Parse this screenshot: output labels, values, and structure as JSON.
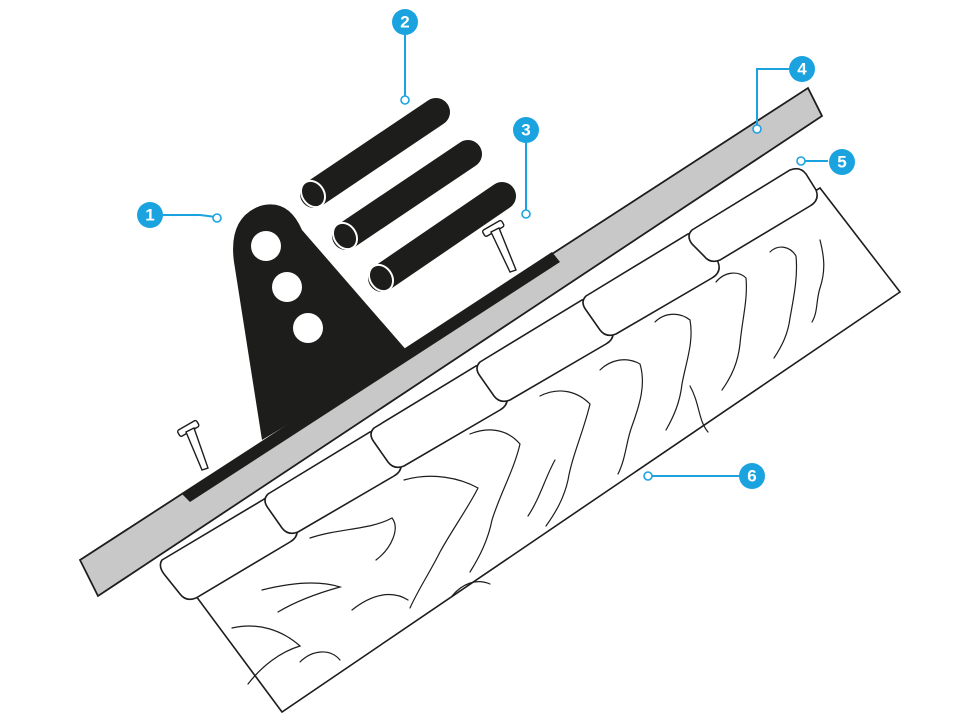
{
  "diagram": {
    "callouts": [
      {
        "id": "1",
        "label": "1"
      },
      {
        "id": "2",
        "label": "2"
      },
      {
        "id": "3",
        "label": "3"
      },
      {
        "id": "4",
        "label": "4"
      },
      {
        "id": "5",
        "label": "5"
      },
      {
        "id": "6",
        "label": "6"
      }
    ]
  },
  "colors": {
    "accent": "#1ba3e0",
    "bracket": "#1d1d1b",
    "sheet": "#c9c9c9",
    "outline": "#1d1d1b"
  }
}
